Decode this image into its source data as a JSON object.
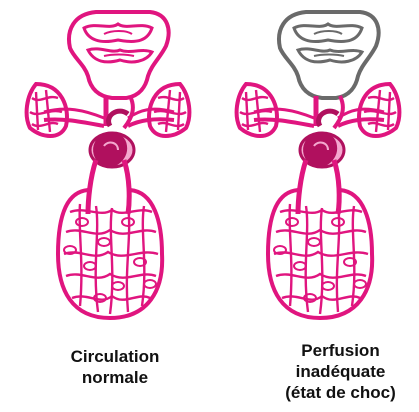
{
  "colors": {
    "perfused": "#e0157f",
    "perfused_light": "#f4a8cf",
    "heart": "#b0105e",
    "unperfused_stroke": "#6a6a6a",
    "unperfused_fill": "#ffffff",
    "text": "#111111"
  },
  "panels": [
    {
      "caption": "Circulation\nnormale",
      "regions": {
        "head": "perfused",
        "arms": "perfused",
        "trunk": "perfused",
        "lower_body": "perfused"
      }
    },
    {
      "caption": "Perfusion\ninadéquate\n(état de choc)",
      "regions": {
        "head": "unperfused",
        "arms": "perfused",
        "trunk": "perfused",
        "lower_body": "perfused"
      }
    }
  ]
}
